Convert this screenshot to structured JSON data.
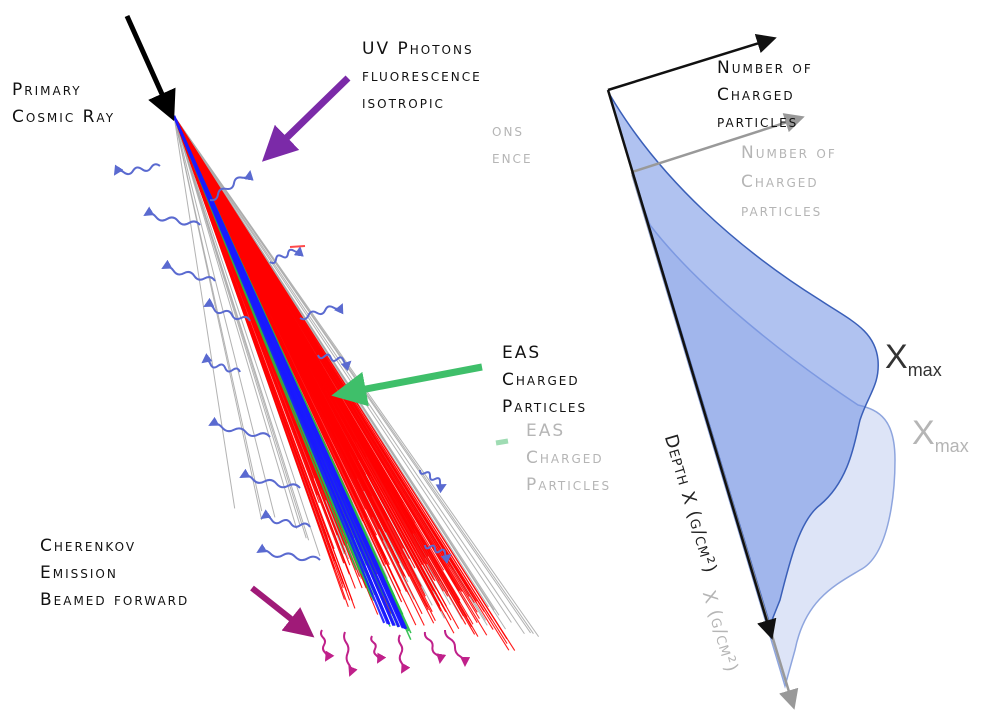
{
  "left_panel": {
    "primary_label": [
      "Primary",
      "Cosmic Ray"
    ],
    "uv_label": [
      "UV Photons",
      "fluorescence",
      "isotropic"
    ],
    "uv_ghost_label": [
      "ons",
      "ence"
    ],
    "eas_label": [
      "EAS",
      "Charged",
      "Particles"
    ],
    "eas_ghost_label": [
      "EAS",
      "Charged",
      "Particles"
    ],
    "cherenkov_label": [
      "Cherenkov",
      "Emission",
      "Beamed forward"
    ]
  },
  "right_panel": {
    "number_label": [
      "Number of",
      "Charged",
      "particles"
    ],
    "number_ghost_label": [
      "Number of",
      "Charged",
      "particles"
    ],
    "xmax_label": {
      "base": "X",
      "sub": "max"
    },
    "xmax_ghost_label": {
      "base": "X",
      "sub": "max"
    },
    "depth_label": "Depth X (g/cm²)",
    "depth_ghost_label": "X (g/cm²)"
  },
  "colors": {
    "primary_arrow": "#000000",
    "uv_arrow": "#7b2aa8",
    "eas_arrow": "#3fbf6a",
    "cherenkov_arrow": "#a01a78",
    "shower_red": "#ff0000",
    "shower_blue": "#1a1aff",
    "shower_green": "#22bb44",
    "shower_gray": "#aaaaaa",
    "photon_wave": "#5a6ad0",
    "cherenkov_wave": "#c0208a",
    "profile_dark": "#6f8fe3",
    "profile_light": "#c6d2f2",
    "ghost_text": "#b5b5b5"
  }
}
